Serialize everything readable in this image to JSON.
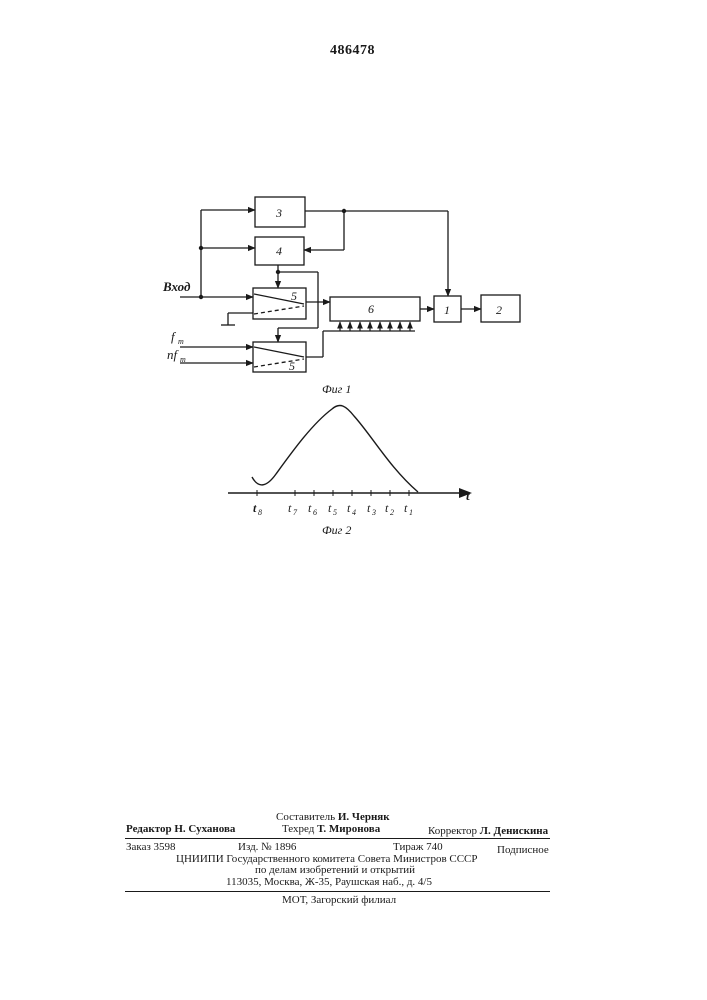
{
  "patent_number": "486478",
  "figure1": {
    "caption": "Фиг 1",
    "input_label": "Вход",
    "ft_label": "f",
    "ft_sub": "т",
    "nft_label": "nf",
    "nft_sub": "т",
    "blocks": {
      "b1": "1",
      "b2": "2",
      "b3": "3",
      "b4": "4",
      "b5_top": "5",
      "b5_bottom": "5",
      "b6": "6"
    }
  },
  "figure2": {
    "caption": "Фиг 2",
    "axis_label": "t",
    "ticks": [
      {
        "main": "t",
        "sub": "8"
      },
      {
        "main": "t",
        "sub": "7"
      },
      {
        "main": "t",
        "sub": "6"
      },
      {
        "main": "t",
        "sub": "5"
      },
      {
        "main": "t",
        "sub": "4"
      },
      {
        "main": "t",
        "sub": "3"
      },
      {
        "main": "t",
        "sub": "2"
      },
      {
        "main": "t",
        "sub": "1"
      }
    ]
  },
  "footer": {
    "compiler": {
      "role": "Составитель",
      "name": "И. Черняк"
    },
    "editor": {
      "role": "Редактор",
      "name": "Н. Суханова"
    },
    "techred": {
      "role": "Техред",
      "name": "Т. Миронова"
    },
    "corrector": {
      "role": "Корректор",
      "name": "Л. Денискина"
    },
    "order": "Заказ 3598",
    "izd": "Изд. № 1896",
    "tirazh": "Тираж 740",
    "podpisnoe": "Подписное",
    "org1": "ЦНИИПИ Государственного комитета Совета Министров СССР",
    "org2": "по делам изобретений и открытий",
    "address": "113035, Москва, Ж-35, Раушская наб., д. 4/5",
    "branch": "МОТ, Загорский филиал"
  }
}
